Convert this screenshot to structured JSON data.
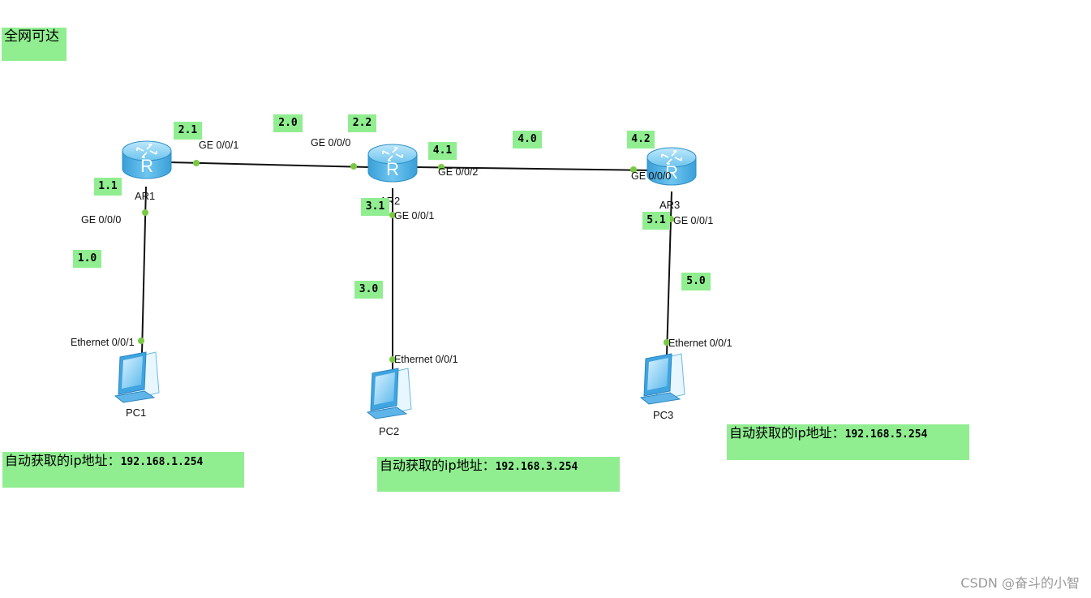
{
  "title_note": "全网可达",
  "devices": {
    "ar1": "AR1",
    "ar2": "AR2",
    "ar3": "AR3",
    "pc1": "PC1",
    "pc2": "PC2",
    "pc3": "PC3"
  },
  "ports": {
    "ar1_ge001": "GE 0/0/1",
    "ar1_ge000": "GE 0/0/0",
    "ar2_ge000": "GE 0/0/0",
    "ar2_ge002": "GE 0/0/2",
    "ar2_ge001": "GE 0/0/1",
    "ar3_ge000": "GE 0/0/0",
    "ar3_ge001": "GE 0/0/1",
    "pc1_eth": "Ethernet 0/0/1",
    "pc2_eth": "Ethernet 0/0/1",
    "pc3_eth": "Ethernet 0/0/1"
  },
  "address_notes": {
    "n11": "1.1",
    "n10": "1.0",
    "n21": "2.1",
    "n20": "2.0",
    "n22": "2.2",
    "n41": "4.1",
    "n40": "4.0",
    "n42": "4.2",
    "n31": "3.1",
    "n30": "3.0",
    "n51": "5.1",
    "n50": "5.0"
  },
  "dhcp_notes": {
    "label": "自动获取的ip地址：",
    "pc1": "192.168.1.254",
    "pc2": "192.168.3.254",
    "pc3": "192.168.5.254"
  },
  "colors": {
    "note_bg": "#90ee90",
    "port_dot": "#7ac943",
    "router_body": "#4fb3e6",
    "link": "#111111"
  },
  "watermark": "CSDN @奋斗的小智"
}
